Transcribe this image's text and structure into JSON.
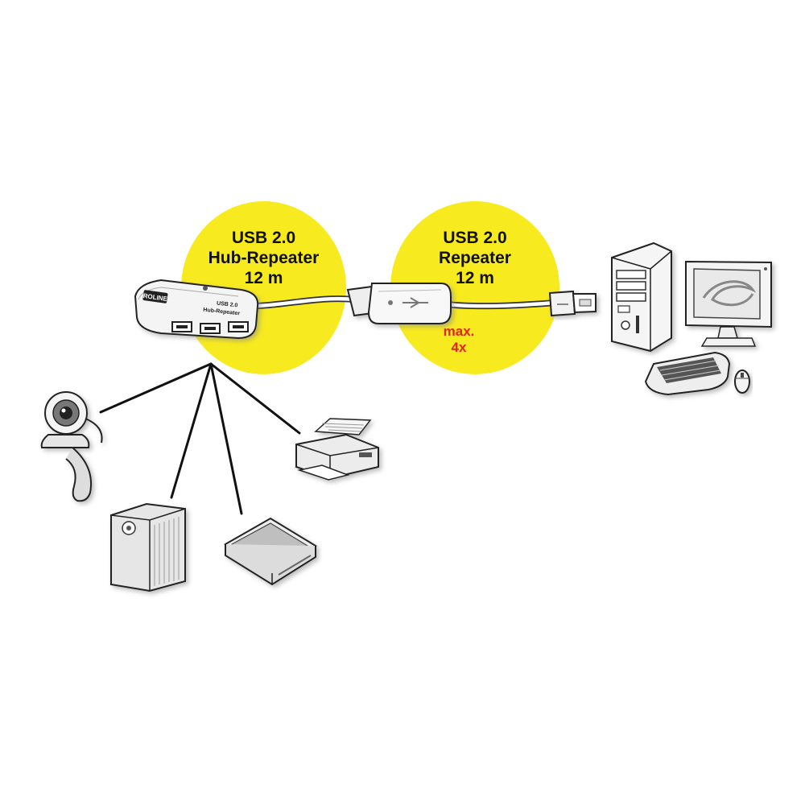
{
  "hub_label": {
    "line1": "USB 2.0",
    "line2": "Hub-Repeater",
    "line3": "12 m"
  },
  "repeater_label": {
    "line1": "USB 2.0",
    "line2": "Repeater",
    "line3": "12 m"
  },
  "repeater_limit": {
    "line1": "max.",
    "line2": "4x",
    "color": "#e2231a"
  },
  "hub_device": {
    "brand": "ROLINE",
    "model_line1": "USB 2.0",
    "model_line2": "Hub-Repeater"
  },
  "colors": {
    "circle_fill": "#f7ea1e",
    "line": "#111111"
  },
  "icons": [
    "usb-hub-icon",
    "repeater-cable-icon",
    "usb-plug-icon",
    "pc-tower-icon",
    "monitor-icon",
    "keyboard-icon",
    "mouse-icon",
    "webcam-icon",
    "external-drive-icon",
    "scanner-icon",
    "printer-icon"
  ]
}
